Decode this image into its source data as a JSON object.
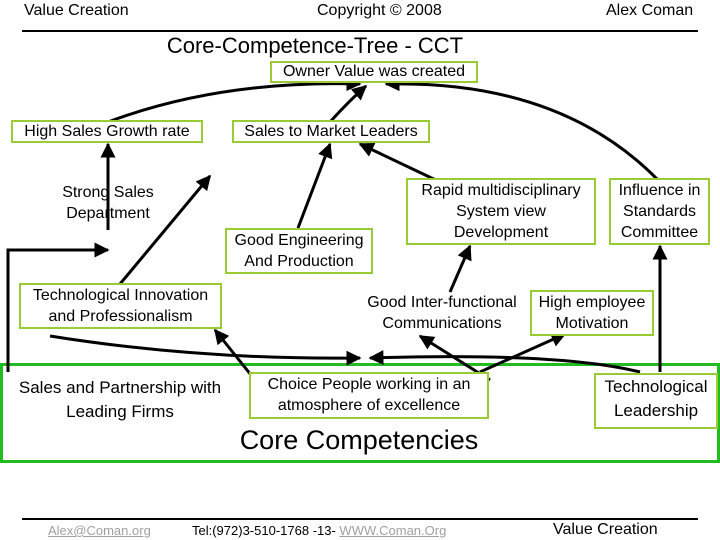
{
  "header": {
    "left": "Value Creation",
    "center": "Copyright © 2008",
    "right": "Alex Coman"
  },
  "title": "Core-Competence-Tree - CCT",
  "nodes": {
    "owner_value": "Owner Value was created",
    "high_sales_growth": "High Sales Growth rate",
    "sales_to_market_leaders": "Sales to Market Leaders",
    "strong_sales_1": "Strong Sales",
    "strong_sales_2": "Department",
    "good_engineering_1": "Good Engineering",
    "good_engineering_2": "And Production",
    "rapid_1": "Rapid multidisciplinary",
    "rapid_2": "System view",
    "rapid_3": "Development",
    "influence_1": "Influence in",
    "influence_2": "Standards",
    "influence_3": "Committee",
    "tech_innovation_1": "Technological Innovation",
    "tech_innovation_2": "and Professionalism",
    "inter_functional_1": "Good Inter-functional",
    "inter_functional_2": "Communications",
    "high_employee_1": "High employee",
    "high_employee_2": "Motivation",
    "sales_partnership_1": "Sales and Partnership with",
    "sales_partnership_2": "Leading Firms",
    "choice_people_1": "Choice People working in an",
    "choice_people_2": "atmosphere of excellence",
    "tech_leadership_1": "Technological",
    "tech_leadership_2": "Leadership"
  },
  "core_label": "Core Competencies",
  "footer": {
    "email": "Alex@Coman.org",
    "tel": "Tel:(972)3-510-1768   -13- ",
    "web": "WWW.Coman.Org",
    "right": "Value Creation"
  },
  "colors": {
    "box_border": "#99cc33",
    "core_band": "#22bb22",
    "link": "#a0a0a0"
  }
}
